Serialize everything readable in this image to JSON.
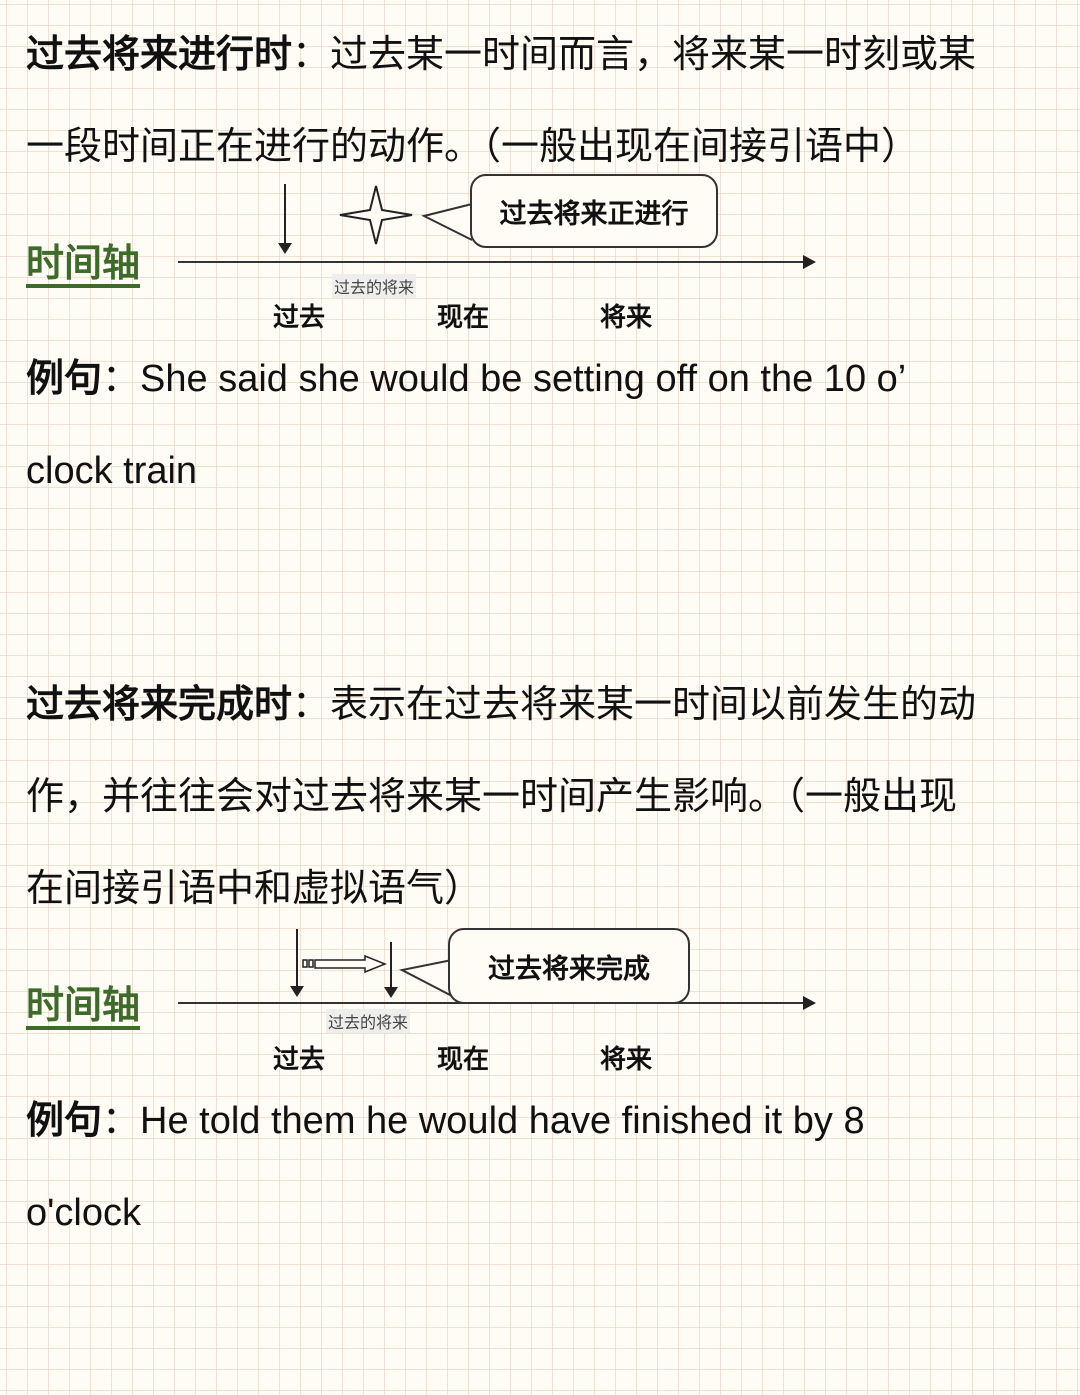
{
  "section1": {
    "title": "过去将来进行时",
    "colon": "：",
    "definition_line1": "过去某一时间而言，将来某一时刻或某",
    "definition_line2": "一段时间正在进行的动作。（一般出现在间接引语中）",
    "timeline": {
      "label": "时间轴",
      "callout": "过去将来正进行",
      "marker_label": "过去的将来",
      "ticks": [
        "过去",
        "现在",
        "将来"
      ],
      "marker_icon": "four-point-star-icon"
    },
    "example": {
      "label": "例句",
      "colon": "：",
      "line1": "She said she would be setting off on the 10 o’",
      "line2": "clock train"
    }
  },
  "section2": {
    "title": "过去将来完成时",
    "colon": "：",
    "definition_line1": "表示在过去将来某一时间以前发生的动",
    "definition_line2": "作，并往往会对过去将来某一时间产生影响。（一般出现",
    "definition_line3": "在间接引语中和虚拟语气）",
    "timeline": {
      "label": "时间轴",
      "callout": "过去将来完成",
      "marker_label": "过去的将来",
      "ticks": [
        "过去",
        "现在",
        "将来"
      ],
      "marker_icon": "hollow-right-arrow-icon"
    },
    "example": {
      "label": "例句",
      "colon": "：",
      "line1": "He told them he would have finished it by 8",
      "line2": "o'clock"
    }
  },
  "colors": {
    "background": "#fffcf6",
    "grid": "#ecc8b4",
    "timeline_label": "#3d6b2a",
    "text": "#111111"
  }
}
